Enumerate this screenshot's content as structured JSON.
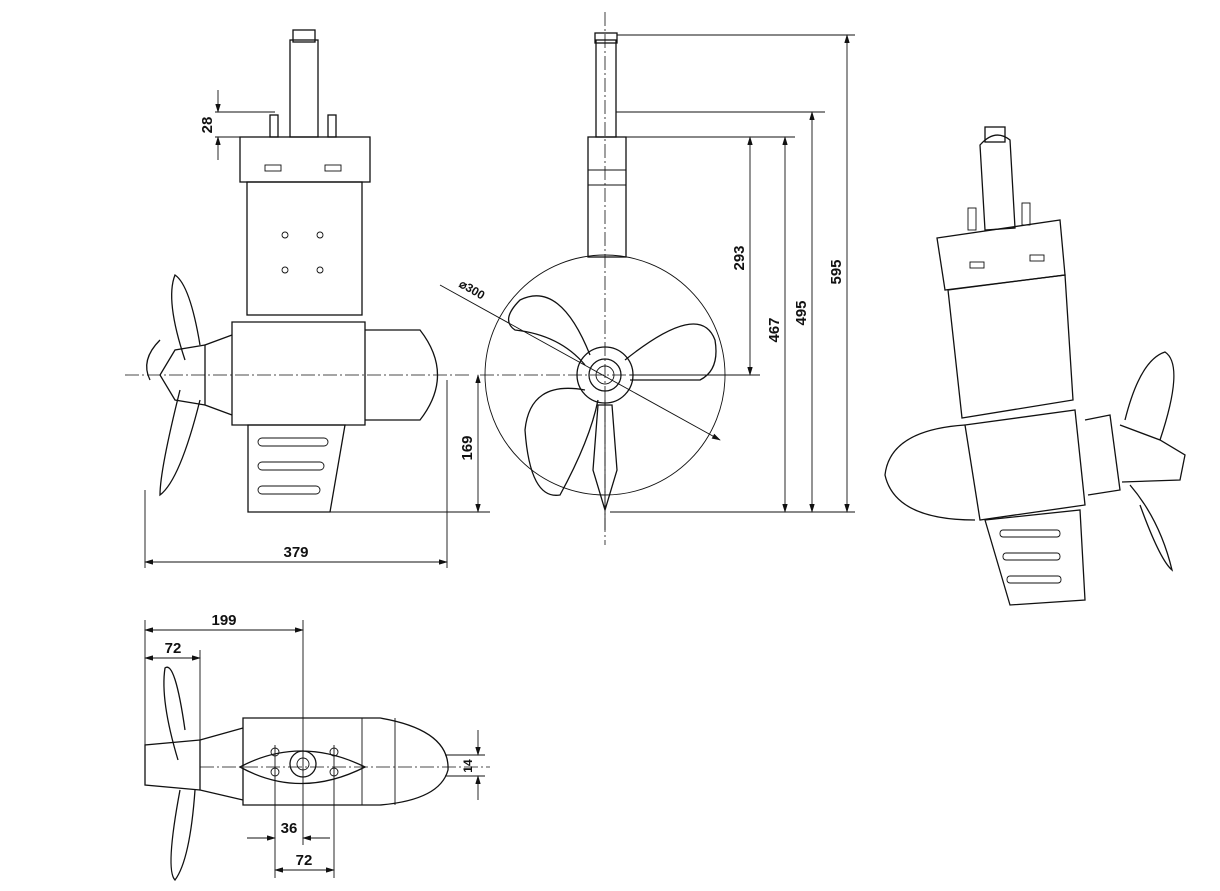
{
  "drawing": {
    "front_view": {
      "dim_height_flange": "28",
      "dim_total_length": "379",
      "dim_axis_to_bottom": "169"
    },
    "side_view": {
      "dim_propeller_diameter": "⌀300",
      "dim_flange_to_axis": "293",
      "dim_flange_to_bottom": "467",
      "dim_mount_to_bottom": "495",
      "dim_overall_height": "595"
    },
    "bottom_view": {
      "dim_prop_to_center": "199",
      "dim_prop_length": "72",
      "dim_half_bolt_spacing": "36",
      "dim_bolt_spacing": "72",
      "dim_bolt_offset": "14"
    }
  }
}
